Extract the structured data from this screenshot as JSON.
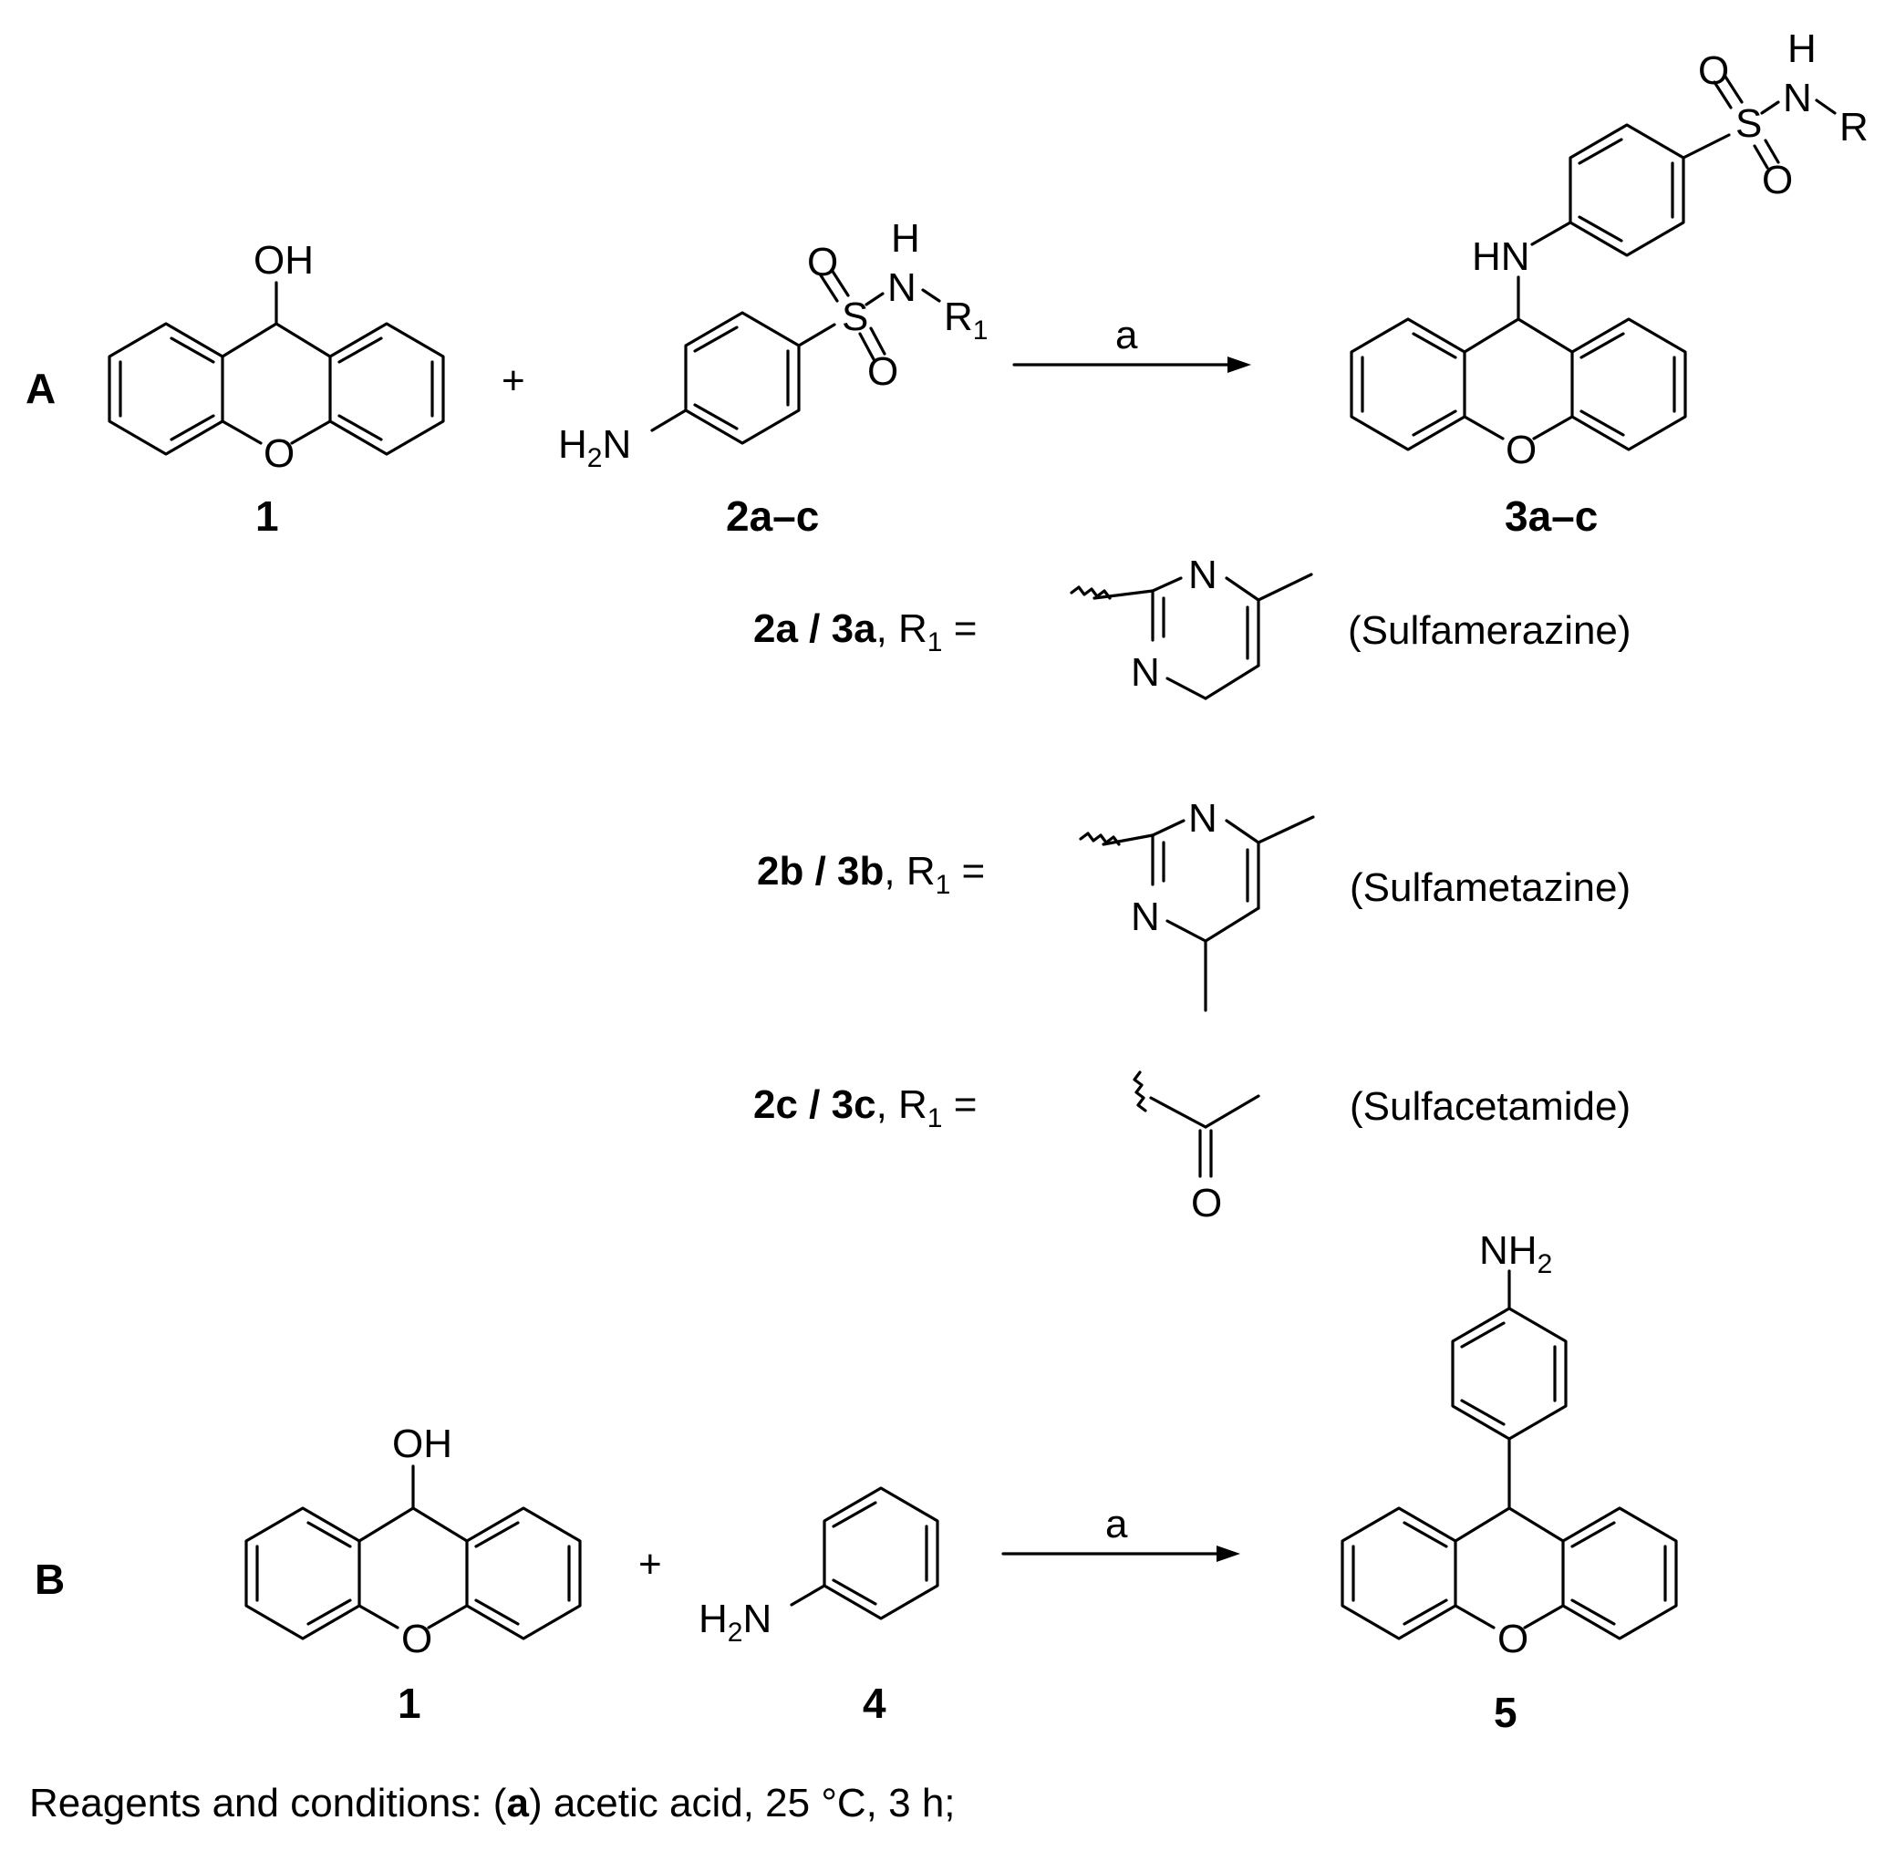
{
  "scheme": {
    "panel_a": {
      "letter": "A",
      "plus": "+",
      "reagent_label": "a",
      "compound_1": {
        "label": "1",
        "oh": "OH",
        "o": "O"
      },
      "compound_2": {
        "label": "2a–c",
        "h": "H",
        "n": "N",
        "r": "R",
        "r_sub": "1",
        "s": "S",
        "o": "O",
        "h2n": "H",
        "h2n_sub": "2",
        "h2n_n": "N"
      },
      "compound_3": {
        "label": "3a–c",
        "h": "H",
        "n": "N",
        "r": "R",
        "s": "S",
        "o": "O",
        "hn": "HN"
      },
      "substituents": [
        {
          "compound_bold": "2a / 3a",
          "rest": ", R",
          "sub": "1",
          "eq": " =",
          "n": "N",
          "name": "(Sulfamerazine)"
        },
        {
          "compound_bold": "2b / 3b",
          "rest": ", R",
          "sub": "1",
          "eq": " =",
          "n": "N",
          "name": "(Sulfametazine)"
        },
        {
          "compound_bold": "2c / 3c",
          "rest": ", R",
          "sub": "1",
          "eq": " =",
          "o": "O",
          "name": "(Sulfacetamide)"
        }
      ]
    },
    "panel_b": {
      "letter": "B",
      "plus": "+",
      "reagent_label": "a",
      "compound_1": {
        "label": "1",
        "oh": "OH",
        "o": "O"
      },
      "compound_4": {
        "label": "4",
        "h2n": "H",
        "h2n_sub": "2",
        "h2n_n": "N"
      },
      "compound_5": {
        "label": "5",
        "nh2": "NH",
        "nh2_sub": "2",
        "o": "O"
      }
    },
    "conditions": {
      "prefix": "Reagents and conditions: (",
      "bold": "a",
      "suffix": ") acetic acid, 25 °C, 3 h;"
    }
  }
}
